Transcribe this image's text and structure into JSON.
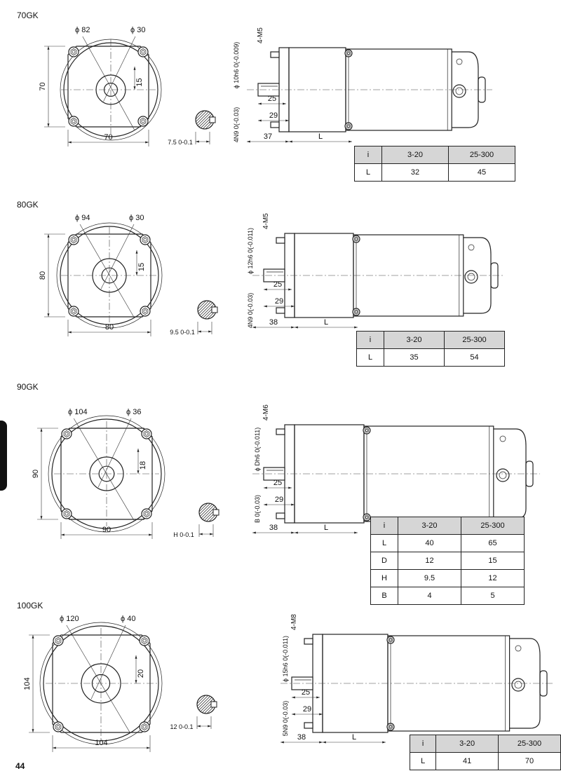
{
  "page_number": "44",
  "models": [
    {
      "id": "70GK",
      "title": "70GK",
      "flange": {
        "bolt_circle": "ϕ 82",
        "pilot": "ϕ 30",
        "pilot_offset": "15",
        "width": "70",
        "height": "70"
      },
      "shaft": {
        "diameter": "ϕ 10h6",
        "diameter_tol": "0(-0.009)",
        "screws": "4-M5",
        "key_width": "4N9",
        "key_tol": "0(-0.03)",
        "flat": "7.5",
        "flat_tol": "0-0.1",
        "len_key": "25",
        "len_shaft": "29",
        "len_base": "37",
        "len_body": "L"
      },
      "table": {
        "header": [
          "i",
          "3-20",
          "25-300"
        ],
        "rows": [
          [
            "L",
            "32",
            "45"
          ]
        ]
      }
    },
    {
      "id": "80GK",
      "title": "80GK",
      "flange": {
        "bolt_circle": "ϕ 94",
        "pilot": "ϕ 30",
        "pilot_offset": "15",
        "width": "80",
        "height": "80"
      },
      "shaft": {
        "diameter": "ϕ 12h6",
        "diameter_tol": "0(-0.011)",
        "screws": "4-M5",
        "key_width": "4N9",
        "key_tol": "0(-0.03)",
        "flat": "9.5",
        "flat_tol": "0-0.1",
        "len_key": "25",
        "len_shaft": "29",
        "len_base": "38",
        "len_body": "L"
      },
      "table": {
        "header": [
          "i",
          "3-20",
          "25-300"
        ],
        "rows": [
          [
            "L",
            "35",
            "54"
          ]
        ]
      }
    },
    {
      "id": "90GK",
      "title": "90GK",
      "flange": {
        "bolt_circle": "ϕ 104",
        "pilot": "ϕ 36",
        "pilot_offset": "18",
        "width": "90",
        "height": "90"
      },
      "shaft": {
        "diameter": "ϕ Dh6",
        "diameter_tol": "0(-0.011)",
        "screws": "4-M6",
        "key_width": "B",
        "key_tol": "0(-0.03)",
        "flat": "H",
        "flat_tol": "0-0.1",
        "len_key": "25",
        "len_shaft": "29",
        "len_base": "38",
        "len_body": "L"
      },
      "table": {
        "header": [
          "i",
          "3-20",
          "25-300"
        ],
        "rows": [
          [
            "L",
            "40",
            "65"
          ],
          [
            "D",
            "12",
            "15"
          ],
          [
            "H",
            "9.5",
            "12"
          ],
          [
            "B",
            "4",
            "5"
          ]
        ]
      }
    },
    {
      "id": "100GK",
      "title": "100GK",
      "flange": {
        "bolt_circle": "ϕ 120",
        "pilot": "ϕ 40",
        "pilot_offset": "20",
        "width": "104",
        "height": "104"
      },
      "shaft": {
        "diameter": "ϕ 15h6",
        "diameter_tol": "0(-0.011)",
        "screws": "4-M8",
        "key_width": "5N9",
        "key_tol": "0(-0.03)",
        "flat": "12",
        "flat_tol": "0-0.1",
        "len_key": "25",
        "len_shaft": "29",
        "len_base": "38",
        "len_body": "L"
      },
      "table": {
        "header": [
          "i",
          "3-20",
          "25-300"
        ],
        "rows": [
          [
            "L",
            "41",
            "70"
          ]
        ]
      }
    }
  ]
}
